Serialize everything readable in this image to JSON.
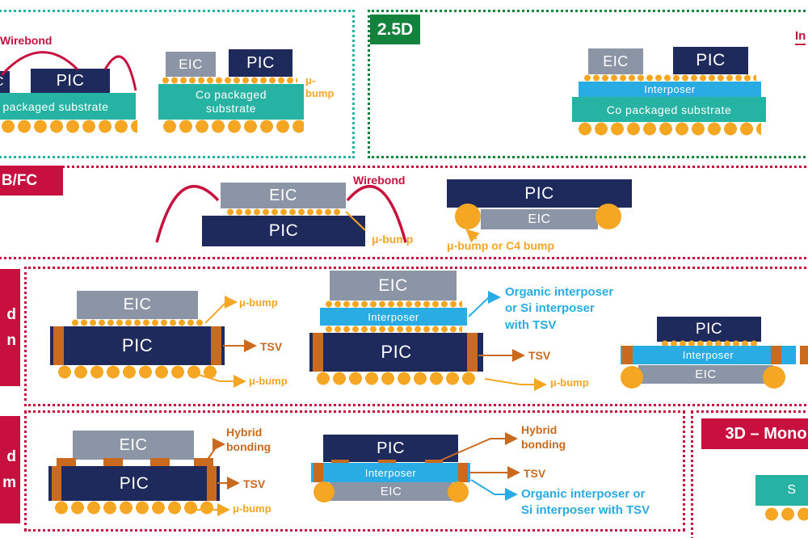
{
  "colors": {
    "navy": "#1E2A5C",
    "gray": "#8B95A6",
    "teal": "#27B3A4",
    "orange": "#F5A623",
    "burnt_orange": "#C96A1E",
    "light_blue": "#29ACE3",
    "crimson": "#C8103E",
    "green": "#12823C"
  },
  "copackaged": {
    "wirebond_label": "Wirebond",
    "cut_chip_label": "C",
    "config1_pic": "PIC",
    "config1_substrate": "packaged substrate",
    "config2_eic": "EIC",
    "config2_pic": "PIC",
    "config2_substrate_line1": "Co packaged",
    "config2_substrate_line2": "substrate",
    "ubump_label_line1": "μ-",
    "ubump_label_line2": "bump"
  },
  "sec25d": {
    "badge": "2.5D",
    "eic": "EIC",
    "pic": "PIC",
    "interposer": "Interposer",
    "substrate": "Co packaged substrate",
    "corner_fragment": "In"
  },
  "wbfc": {
    "badge": "B/FC",
    "config1_eic": "EIC",
    "config1_pic": "PIC",
    "wirebond_label": "Wirebond",
    "ubump_label": "μ-bump",
    "config2_pic": "PIC",
    "config2_eic": "EIC",
    "c4_label": "μ-bump or C4 bump"
  },
  "tsv_row": {
    "label_fragment_line1": "d",
    "label_fragment_line2": "n",
    "c1_eic": "EIC",
    "c1_pic": "PIC",
    "c1_ubump_top": "μ-bump",
    "c1_tsv": "TSV",
    "c1_ubump_bottom": "μ-bump",
    "c2_eic": "EIC",
    "c2_interposer": "Interposer",
    "c2_pic": "PIC",
    "c2_note_line1": "Organic interposer",
    "c2_note_line2": "or Si interposer",
    "c2_note_line3": "with TSV",
    "c2_tsv": "TSV",
    "c2_ubump": "μ-bump",
    "c3_pic": "PIC",
    "c3_interposer": "Interposer",
    "c3_eic": "EIC"
  },
  "hybrid_row": {
    "label_fragment_line1": "d",
    "label_fragment_line2": "m",
    "c1_eic": "EIC",
    "c1_pic": "PIC",
    "c1_hybrid_line1": "Hybrid",
    "c1_hybrid_line2": "bonding",
    "c1_tsv": "TSV",
    "c1_ubump": "μ-bump",
    "c2_pic": "PIC",
    "c2_interposer": "Interposer",
    "c2_eic": "EIC",
    "c2_hybrid_line1": "Hybrid",
    "c2_hybrid_line2": "bonding",
    "c2_tsv": "TSV",
    "c2_note_line1": "Organic interposer or",
    "c2_note_line2": "Si interposer with TSV"
  },
  "monolithic": {
    "badge": "3D – Mono",
    "substrate_fragment": "S"
  }
}
